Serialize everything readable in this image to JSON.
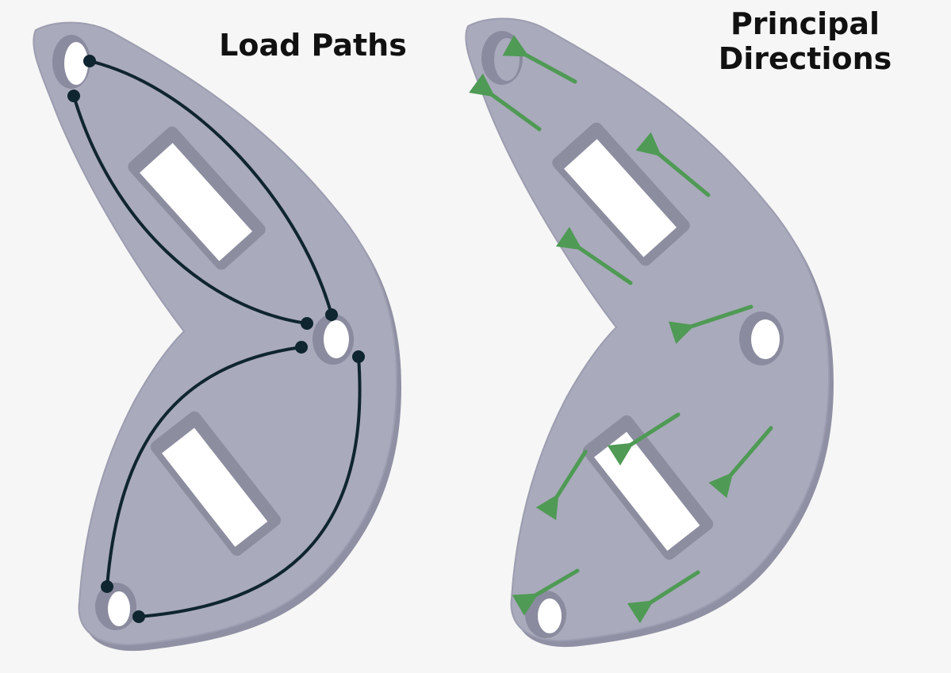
{
  "titles": {
    "left": "Load Paths",
    "right_line1": "Principal",
    "right_line2": "Directions"
  },
  "colors": {
    "background": "#f6f6f6",
    "plate": "#a9aabb",
    "plate_edge": "#8f90a3",
    "load_path": "#0f2530",
    "arrow": "#4f9a55"
  }
}
